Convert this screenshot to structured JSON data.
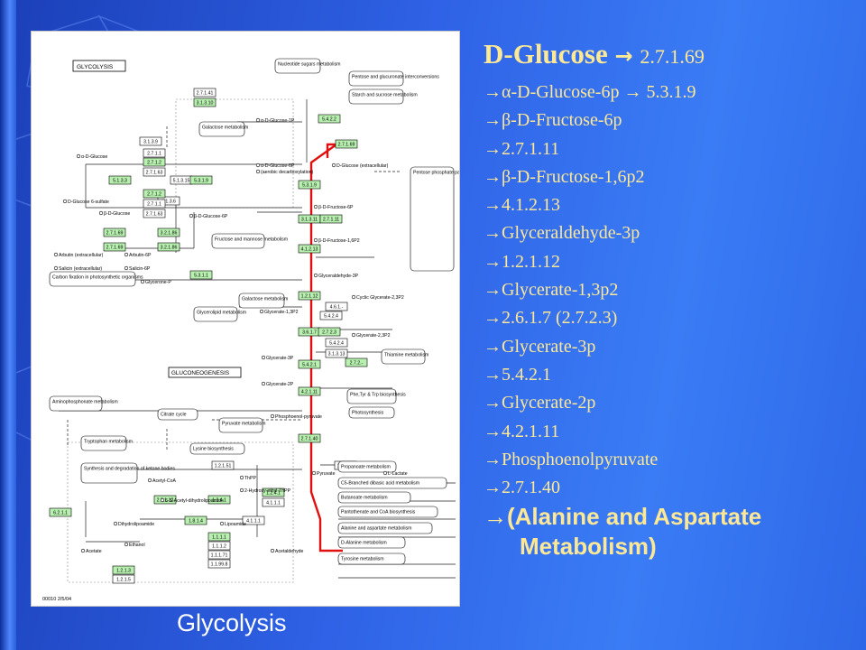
{
  "caption": "Glycolysis",
  "title": {
    "compound": "D-Glucose",
    "arrow": "→",
    "ec": "2.7.1.69"
  },
  "steps": [
    "→α-D-Glucose-6p → 5.3.1.9",
    "→β-D-Fructose-6p",
    "→2.7.1.11",
    "→β-D-Fructose-1,6p2",
    "→4.1.2.13",
    "→Glyceraldehyde-3p",
    "→1.2.1.12",
    "→Glycerate-1,3p2",
    "→2.6.1.7 (2.7.2.3)",
    "→Glycerate-3p",
    "→5.4.2.1",
    "→Glycerate-2p",
    "→4.2.1.11",
    "→Phosphoenolpyruvate",
    "→2.7.1.40"
  ],
  "final": {
    "line1": "→(Alanine and Aspartate",
    "line2": "Metabolism)"
  },
  "diagram": {
    "labels": {
      "glycolysis": "GLYCOLYSIS",
      "gluconeogenesis": "GLUCONEOGENESIS",
      "footer": "00010  2/5/04"
    },
    "pathway_boxes": [
      "Nucleotide sugars metabolism",
      "Pentose and glucuronate interconversions",
      "Starch and sucrose metabolism",
      "Galactose metabolism",
      "Pentose phosphate pathway",
      "Fructose and mannose metabolism",
      "Carbon fixation in photosynthetic organisms",
      "Galactose metabolism",
      "Glycerolipid metabolism",
      "Thiamine metabolism",
      "Aminophosphonate metabolism",
      "Citrate cycle",
      "Pyruvate metabolism",
      "Phe,Tyr & Trp biosynthesis",
      "Photosynthesis",
      "Tryptophan metabolism",
      "Lysine biosynthesis",
      "Synthesis and degradation of ketone bodies",
      "Propanoate metabolism",
      "C5-Branched dibasic acid metabolism",
      "Butanoate metabolism",
      "Pantothenate and CoA biosynthesis",
      "Alanine and aspartate metabolism",
      "D-Alanine metabolism",
      "Tyrosine metabolism"
    ],
    "compounds": [
      "α-D-Glucose-1P",
      "D-Glucose (extracellular)",
      "α-D-Glucose-6P",
      "(aerobic decarboxylation)",
      "β-D-Fructose-6P",
      "β-D-Fructose-1,6P2",
      "α-D-Glucose",
      "D-Glucose 6-sulfate",
      "β-D-Glucose",
      "β-D-Glucose-6P",
      "Arbutin (extracellular)",
      "Arbutin-6P",
      "Salicin (extracellular)",
      "Salicin-6P",
      "Glycerone-P",
      "Glyceraldehyde-3P",
      "Glycerate-1,3P2",
      "Cyclic Glycerate-2,3P2",
      "Glycerate-2,3P2",
      "Glycerate-3P",
      "Glycerate-2P",
      "Phosphoenol-pyruvate",
      "Pyruvate",
      "L-Lactate",
      "Acetyl-CoA",
      "ThPP",
      "2-Hydroxy-ethyl-ThPP",
      "6-S-Acetyl-dihydrolipoamide",
      "Dihydrolipoamide",
      "Lipoamide",
      "Ethanol",
      "Acetate",
      "Acetaldehyde"
    ],
    "enzymes": [
      {
        "ec": "5.4.2.2",
        "highlight": true
      },
      {
        "ec": "2.7.1.41",
        "highlight": false
      },
      {
        "ec": "3.1.3.10",
        "highlight": true
      },
      {
        "ec": "2.7.1.69",
        "highlight": true
      },
      {
        "ec": "3.1.3.9",
        "highlight": false
      },
      {
        "ec": "2.7.1.1",
        "highlight": false
      },
      {
        "ec": "2.7.1.2",
        "highlight": true
      },
      {
        "ec": "2.7.1.63",
        "highlight": false
      },
      {
        "ec": "5.1.3.3",
        "highlight": true
      },
      {
        "ec": "5.1.3.15",
        "highlight": false
      },
      {
        "ec": "5.3.1.9",
        "highlight": true
      },
      {
        "ec": "5.3.1.9",
        "highlight": true
      },
      {
        "ec": "3.1.3.6",
        "highlight": false
      },
      {
        "ec": "2.7.1.2",
        "highlight": true
      },
      {
        "ec": "2.7.1.1",
        "highlight": false
      },
      {
        "ec": "2.7.1.63",
        "highlight": false
      },
      {
        "ec": "3.1.3.11",
        "highlight": true
      },
      {
        "ec": "2.7.1.11",
        "highlight": true
      },
      {
        "ec": "4.1.2.13",
        "highlight": true
      },
      {
        "ec": "2.7.1.69",
        "highlight": true
      },
      {
        "ec": "3.2.1.86",
        "highlight": true
      },
      {
        "ec": "2.7.1.69",
        "highlight": true
      },
      {
        "ec": "3.2.1.86",
        "highlight": true
      },
      {
        "ec": "5.3.1.1",
        "highlight": true
      },
      {
        "ec": "1.2.1.12",
        "highlight": true
      },
      {
        "ec": "5.4.2.4",
        "highlight": false
      },
      {
        "ec": "4.6.1.-",
        "highlight": false
      },
      {
        "ec": "3.6.1.7",
        "highlight": true
      },
      {
        "ec": "2.7.2.3",
        "highlight": true
      },
      {
        "ec": "5.4.2.4",
        "highlight": false
      },
      {
        "ec": "3.1.3.13",
        "highlight": false
      },
      {
        "ec": "5.4.2.1",
        "highlight": true
      },
      {
        "ec": "2.7.2.-",
        "highlight": true
      },
      {
        "ec": "4.2.1.11",
        "highlight": true
      },
      {
        "ec": "2.7.1.40",
        "highlight": true
      },
      {
        "ec": "1.2.1.51",
        "highlight": false
      },
      {
        "ec": "1.1.1.27",
        "highlight": false
      },
      {
        "ec": "1.2.4.1",
        "highlight": true
      },
      {
        "ec": "4.1.1.1",
        "highlight": false
      },
      {
        "ec": "2.3.1.12",
        "highlight": true
      },
      {
        "ec": "1.2.4.1",
        "highlight": true
      },
      {
        "ec": "6.2.1.1",
        "highlight": true
      },
      {
        "ec": "1.8.1.4",
        "highlight": true
      },
      {
        "ec": "4.1.1.1",
        "highlight": false
      },
      {
        "ec": "1.1.1.1",
        "highlight": true
      },
      {
        "ec": "1.1.1.2",
        "highlight": false
      },
      {
        "ec": "1.1.1.71",
        "highlight": false
      },
      {
        "ec": "1.1.99.8",
        "highlight": false
      },
      {
        "ec": "1.2.1.3",
        "highlight": true
      },
      {
        "ec": "1.2.1.5",
        "highlight": false
      }
    ]
  },
  "colors": {
    "text": "#fde896",
    "highlight_fill": "#b8f0b0",
    "path_red": "#e01010"
  }
}
